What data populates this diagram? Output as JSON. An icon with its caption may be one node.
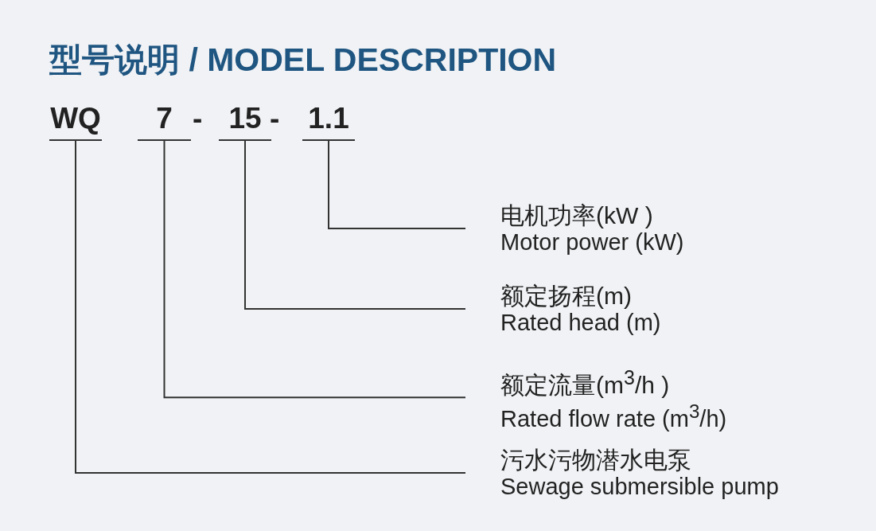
{
  "diagram": {
    "title": "型号说明 / MODEL DESCRIPTION",
    "nodes": [
      {
        "text": [
          "WQ"
        ]
      },
      {
        "text": [
          "7"
        ]
      },
      {
        "text": [
          "15"
        ]
      },
      {
        "text": [
          "1.1"
        ]
      },
      {
        "text": [
          "电机功率(kW )",
          "Motor power (kW)"
        ]
      },
      {
        "text": [
          "额定扬程(m)",
          "Rated head (m)"
        ]
      },
      {
        "text": [
          "额定流量(m$^{3}$/h )",
          "Rated flow rate (m$^{3}$/h)"
        ]
      },
      {
        "text": [
          "污水污物潜水电泵",
          "Sewage submersible pump"
        ]
      }
    ],
    "edges": [
      {
        "from": 3,
        "to": 4,
        "arrow": "none"
      },
      {
        "from": 2,
        "to": 5,
        "arrow": "none"
      },
      {
        "from": 1,
        "to": 6,
        "arrow": "none"
      },
      {
        "from": 0,
        "to": 7,
        "arrow": "none"
      }
    ],
    "labels": [
      "-",
      "-"
    ]
  }
}
